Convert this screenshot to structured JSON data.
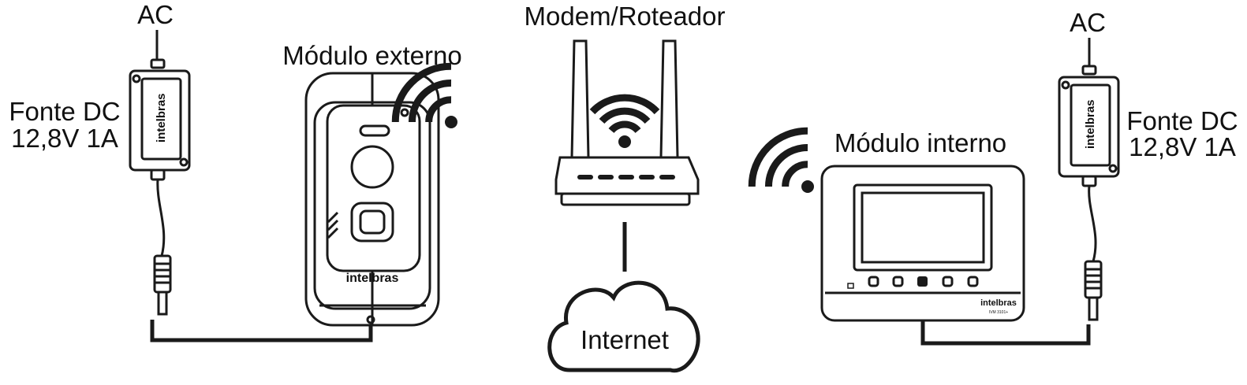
{
  "labels": {
    "ac_left": "AC",
    "ac_right": "AC",
    "psu_left_line1": "Fonte DC",
    "psu_left_line2": "12,8V 1A",
    "psu_right_line1": "Fonte DC",
    "psu_right_line2": "12,8V 1A",
    "external_module": "Módulo externo",
    "router": "Modem/Roteador",
    "internal_module": "Módulo interno",
    "internet": "Internet"
  },
  "brand": {
    "psu_left": "intelbras",
    "psu_right": "intelbras",
    "external_module": "intelbras",
    "internal_module": "intelbras",
    "internal_model": "IVM 3101+"
  },
  "icons": [
    "wifi-icon",
    "cloud-icon",
    "power-supply-icon",
    "dc-plug-icon",
    "door-station-icon",
    "router-icon",
    "indoor-monitor-icon"
  ]
}
